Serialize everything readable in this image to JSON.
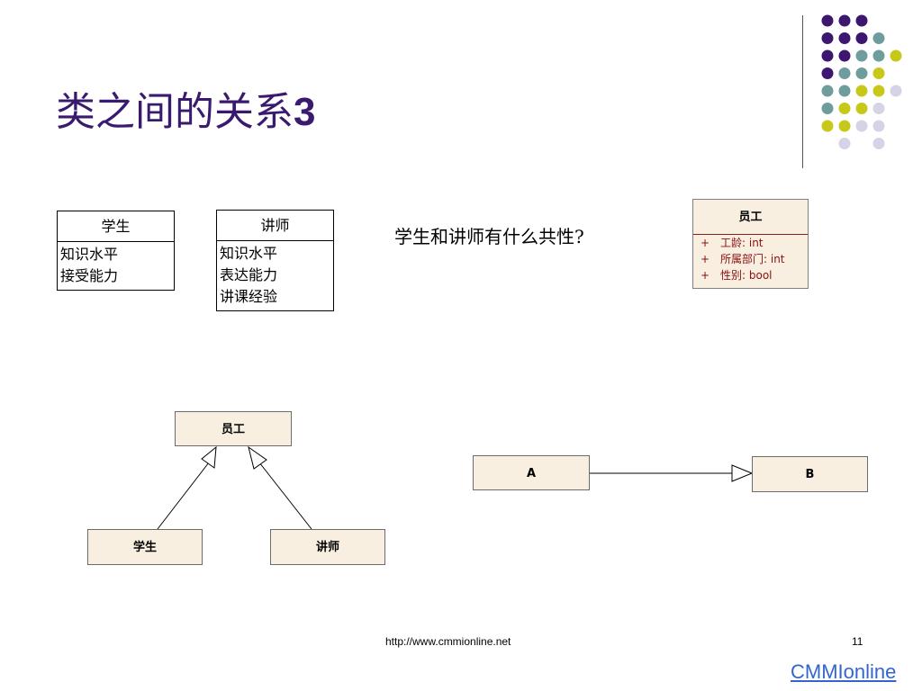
{
  "slide": {
    "title": "类之间的关系",
    "title_number": "3",
    "question": "学生和讲师有什么共性?",
    "footer_url": "http://www.cmmionline.net",
    "page_number": "11",
    "brand": "CMMIonline"
  },
  "colors": {
    "title": "#3a1a6e",
    "dot_purple": "#3d1670",
    "dot_teal": "#6f9d9d",
    "dot_yellow": "#c8c81a",
    "dot_lavender": "#d5d3e6",
    "uml_fill": "#f8efe0",
    "attr_text": "#8a1010",
    "brand": "#3366cc"
  },
  "class_student": {
    "name": "学生",
    "attributes": [
      "知识水平",
      "接受能力"
    ]
  },
  "class_lecturer": {
    "name": "讲师",
    "attributes": [
      "知识水平",
      "表达能力",
      "讲课经验"
    ]
  },
  "class_staff": {
    "name": "员工",
    "attributes": [
      {
        "visibility": "+",
        "text": "工龄: int"
      },
      {
        "visibility": "+",
        "text": "所属部门: int"
      },
      {
        "visibility": "+",
        "text": "性别: bool"
      }
    ]
  },
  "inheritance_diagram": {
    "parent": "员工",
    "children": [
      "学生",
      "讲师"
    ]
  },
  "generalization_example": {
    "child": "A",
    "parent": "B"
  }
}
